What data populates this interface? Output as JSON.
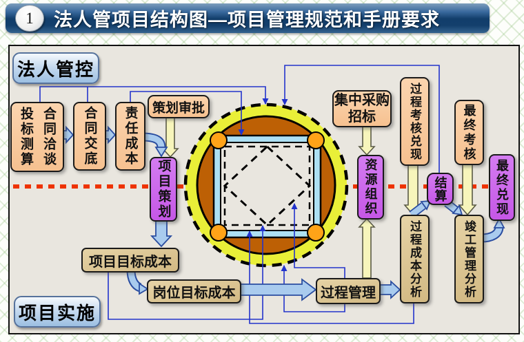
{
  "header": {
    "badge": "1",
    "title": "法人管项目结构图—项目管理规范和手册要求"
  },
  "zones": {
    "top": "法人管控",
    "bottom": "项目实施"
  },
  "boxes": {
    "bid_measure": {
      "label": "投标测算"
    },
    "contract_talk": {
      "label": "合同洽谈"
    },
    "contract_brief": {
      "label": "合同交底"
    },
    "duty_cost": {
      "label": "责任成本"
    },
    "plan_review": {
      "label": "策划审批"
    },
    "project_plan": {
      "label": "项目策划"
    },
    "central_purchase": {
      "label": "集中采购招标"
    },
    "resource_org": {
      "label": "资源组织"
    },
    "process_check": {
      "label": "过程考核兑现"
    },
    "settlement": {
      "label": "结算"
    },
    "final_check": {
      "label": "最终考核"
    },
    "final_cash": {
      "label": "最终兑现"
    },
    "process_cost": {
      "label": "过程成本分析"
    },
    "completion": {
      "label": "竣工管理分析"
    },
    "project_target": {
      "label": "项目目标成本"
    },
    "post_target": {
      "label": "岗位目标成本"
    },
    "process_mgmt": {
      "label": "过程管理"
    }
  },
  "colors": {
    "title_bar": "#123e6b",
    "panel_bg": "#e9e6df",
    "peach_box": "#f6c190",
    "tan_box": "#d9c08c",
    "purple_box": "#cc66ea",
    "zone_label": "#c6daef",
    "ring_yellow": "#e9ef38",
    "core_brown": "#bd6005",
    "corner_orange": "#ffa318",
    "band_blue": "#ade0f3",
    "connector_blue": "#2233cc",
    "fat_arrow_blue": "#a9cbee",
    "fat_arrow_yellow": "#f7f5bb",
    "divider_red": "#ee3300"
  }
}
